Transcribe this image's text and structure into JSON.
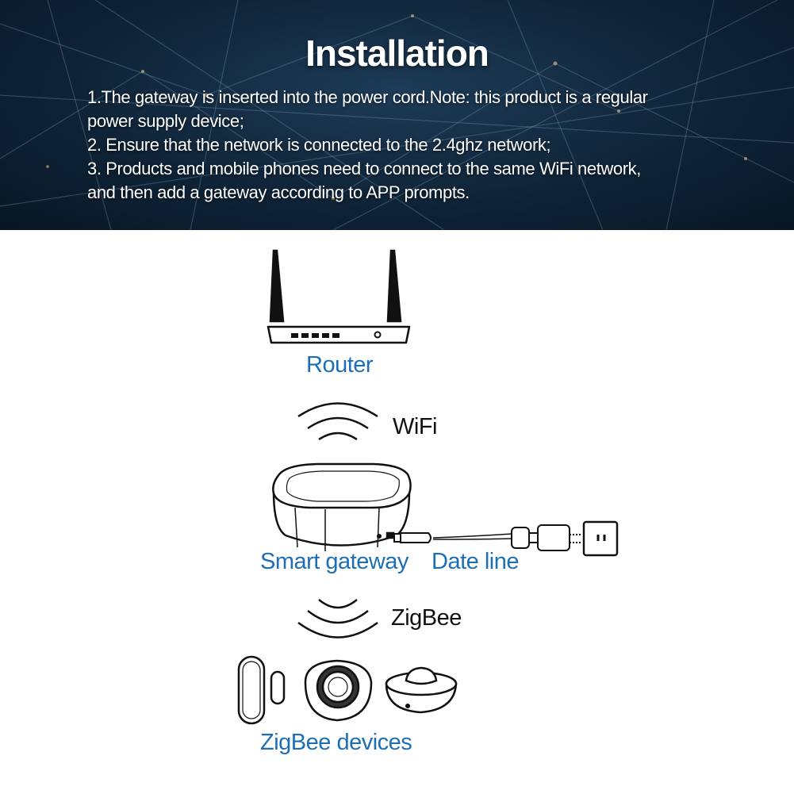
{
  "header": {
    "title": "Installation",
    "lines": [
      "1.The gateway is inserted into the power cord.Note: this product is a regular",
      "power supply device;",
      "2. Ensure that the network is connected to the 2.4ghz network;",
      "3. Products and mobile phones need to connect to the same WiFi network,",
      "and then add a gateway according to APP prompts."
    ]
  },
  "diagram": {
    "router_label": "Router",
    "wifi_label": "WiFi",
    "gateway_label": "Smart gateway",
    "dataline_label": "Date line",
    "zigbee_label": "ZigBee",
    "devices_label": "ZigBee devices"
  },
  "colors": {
    "label_blue": "#1d6fb5",
    "header_bg": "#0f2438"
  }
}
